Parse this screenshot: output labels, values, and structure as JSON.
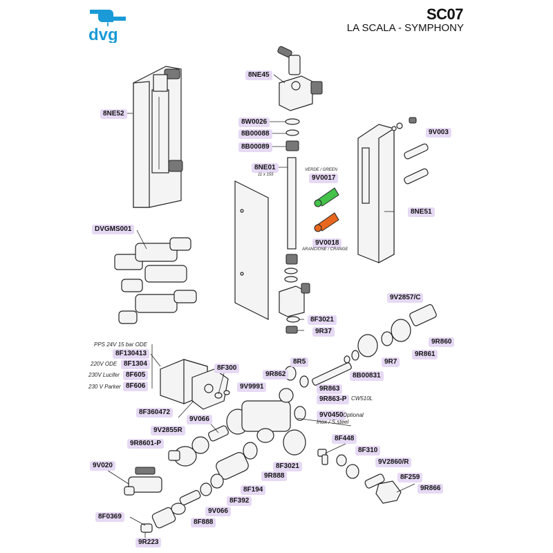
{
  "header": {
    "logo_text": "dvg",
    "model_code": "SC07",
    "model_name": "LA SCALA - SYMPHONY"
  },
  "colors": {
    "label_bg": "#e6d9f4",
    "logo_blue": "#1a9ad6",
    "green_part": "#44c24a",
    "orange_part": "#e8671e"
  },
  "labels": {
    "8NE52": "8NE52",
    "8NE45": "8NE45",
    "8W0026": "8W0026",
    "8B00088": "8B00088",
    "8B00089": "8B00089",
    "8NE01": "8NE01",
    "9V0017": "9V0017",
    "9V0018": "9V0018",
    "9V003": "9V003",
    "8NE51": "8NE51",
    "DVGMS001": "DVGMS001",
    "9V2857C": "9V2857/C",
    "8F3021a": "8F3021",
    "9R37": "9R37",
    "9R860": "9R860",
    "9R861": "9R861",
    "9R7": "9R7",
    "8F130413": "8F130413",
    "8F1304": "8F1304",
    "8F605": "8F605",
    "8F606": "8F606",
    "8F300": "8F300",
    "8R5": "8R5",
    "9R862": "9R862",
    "8B00831": "8B00831",
    "9V9991": "9V9991",
    "9R863": "9R863",
    "9R863P": "9R863-P",
    "8F360472": "8F360472",
    "9V066a": "9V066",
    "9V0450": "9V0450",
    "9V2855R": "9V2855R",
    "8F448": "8F448",
    "9R8601P": "9R8601-P",
    "8F310": "8F310",
    "9V2860R": "9V2860/R",
    "9V020": "9V020",
    "8F3021b": "8F3021",
    "9R888": "9R888",
    "8F259": "8F259",
    "8F194": "8F194",
    "9R866": "9R866",
    "8F392": "8F392",
    "8F0369": "8F0369",
    "9V066b": "9V066",
    "8F888": "8F888",
    "9R223": "9R223"
  },
  "notes": {
    "verde": "VERDE / GREEN",
    "dim": "11 x 155",
    "arancione": "ARANCIONE / CRANGE",
    "pps": "PPS 24V 15 bar ODE",
    "v220": "220V ODE",
    "v230l": "230V Lucifer",
    "v230p": "230 V Parker",
    "cw510l": "CW510L",
    "optional": "Optional",
    "inox": "Inox / S.steel"
  }
}
